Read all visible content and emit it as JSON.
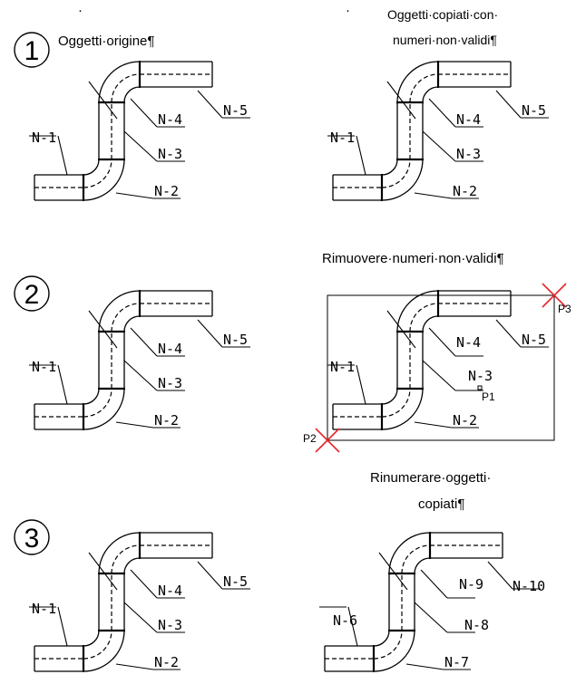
{
  "steps": [
    {
      "number": "1",
      "left": {
        "caption": [
          "Oggetti·origine¶"
        ],
        "labels": [
          "N-1",
          "N-2",
          "N-3",
          "N-4",
          "N-5"
        ]
      },
      "right": {
        "caption": [
          "Oggetti·copiati·con·",
          "numeri·non·validi¶"
        ],
        "labels": [
          "N-1",
          "N-2",
          "N-3",
          "N-4",
          "N-5"
        ]
      }
    },
    {
      "number": "2",
      "left": {
        "caption": [],
        "labels": [
          "N-1",
          "N-2",
          "N-3",
          "N-4",
          "N-5"
        ]
      },
      "right": {
        "caption": [
          "Rimuovere·numeri·non·validi¶"
        ],
        "labels": [
          "N-1",
          "N-2",
          "N-3",
          "N-4",
          "N-5"
        ],
        "points": [
          "P1",
          "P2",
          "P3"
        ]
      }
    },
    {
      "number": "3",
      "left": {
        "caption": [],
        "labels": [
          "N-1",
          "N-2",
          "N-3",
          "N-4",
          "N-5"
        ]
      },
      "right": {
        "caption": [
          "Rinumerare·oggetti·",
          "copiati¶"
        ],
        "labels": [
          "N-6",
          "N-7",
          "N-8",
          "N-9",
          "N-10"
        ]
      }
    }
  ],
  "dots": [
    "·",
    "·"
  ],
  "colors": {
    "line": "#000000",
    "marker": "#e8262b"
  }
}
